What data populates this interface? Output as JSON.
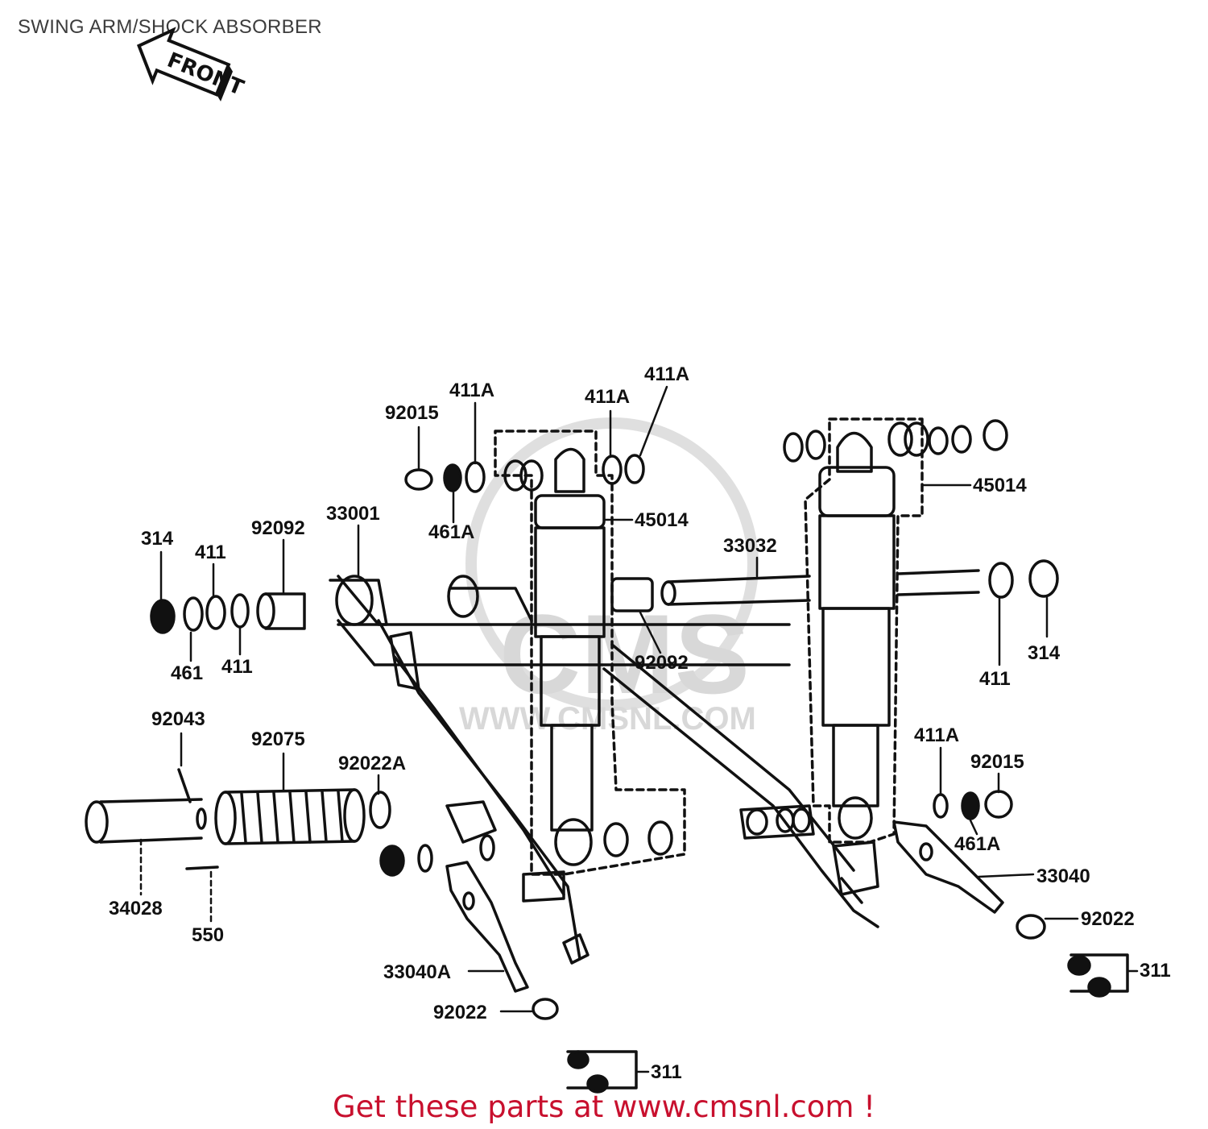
{
  "page": {
    "title": "SWING ARM/SHOCK ABSORBER",
    "footer": "Get these parts at www.cmsnl.com !",
    "footer_color": "#c8102e",
    "line_color": "#111111",
    "watermark_color": "#d4d4d4"
  },
  "direction_arrow": {
    "label": "FRONT",
    "icon": "front-arrow-icon"
  },
  "watermark": {
    "logo": "CMS",
    "url": "WWW.CMSNL.COM"
  },
  "callouts": [
    "411A",
    "411A",
    "411A",
    "92015",
    "461A",
    "45014",
    "314",
    "411",
    "92092",
    "33001",
    "33032",
    "45014",
    "461",
    "411",
    "92092",
    "314",
    "411",
    "92043",
    "92075",
    "92022A",
    "411A",
    "92015",
    "461A",
    "34028",
    "550",
    "33040",
    "92022",
    "311",
    "33040A",
    "92022",
    "311"
  ]
}
